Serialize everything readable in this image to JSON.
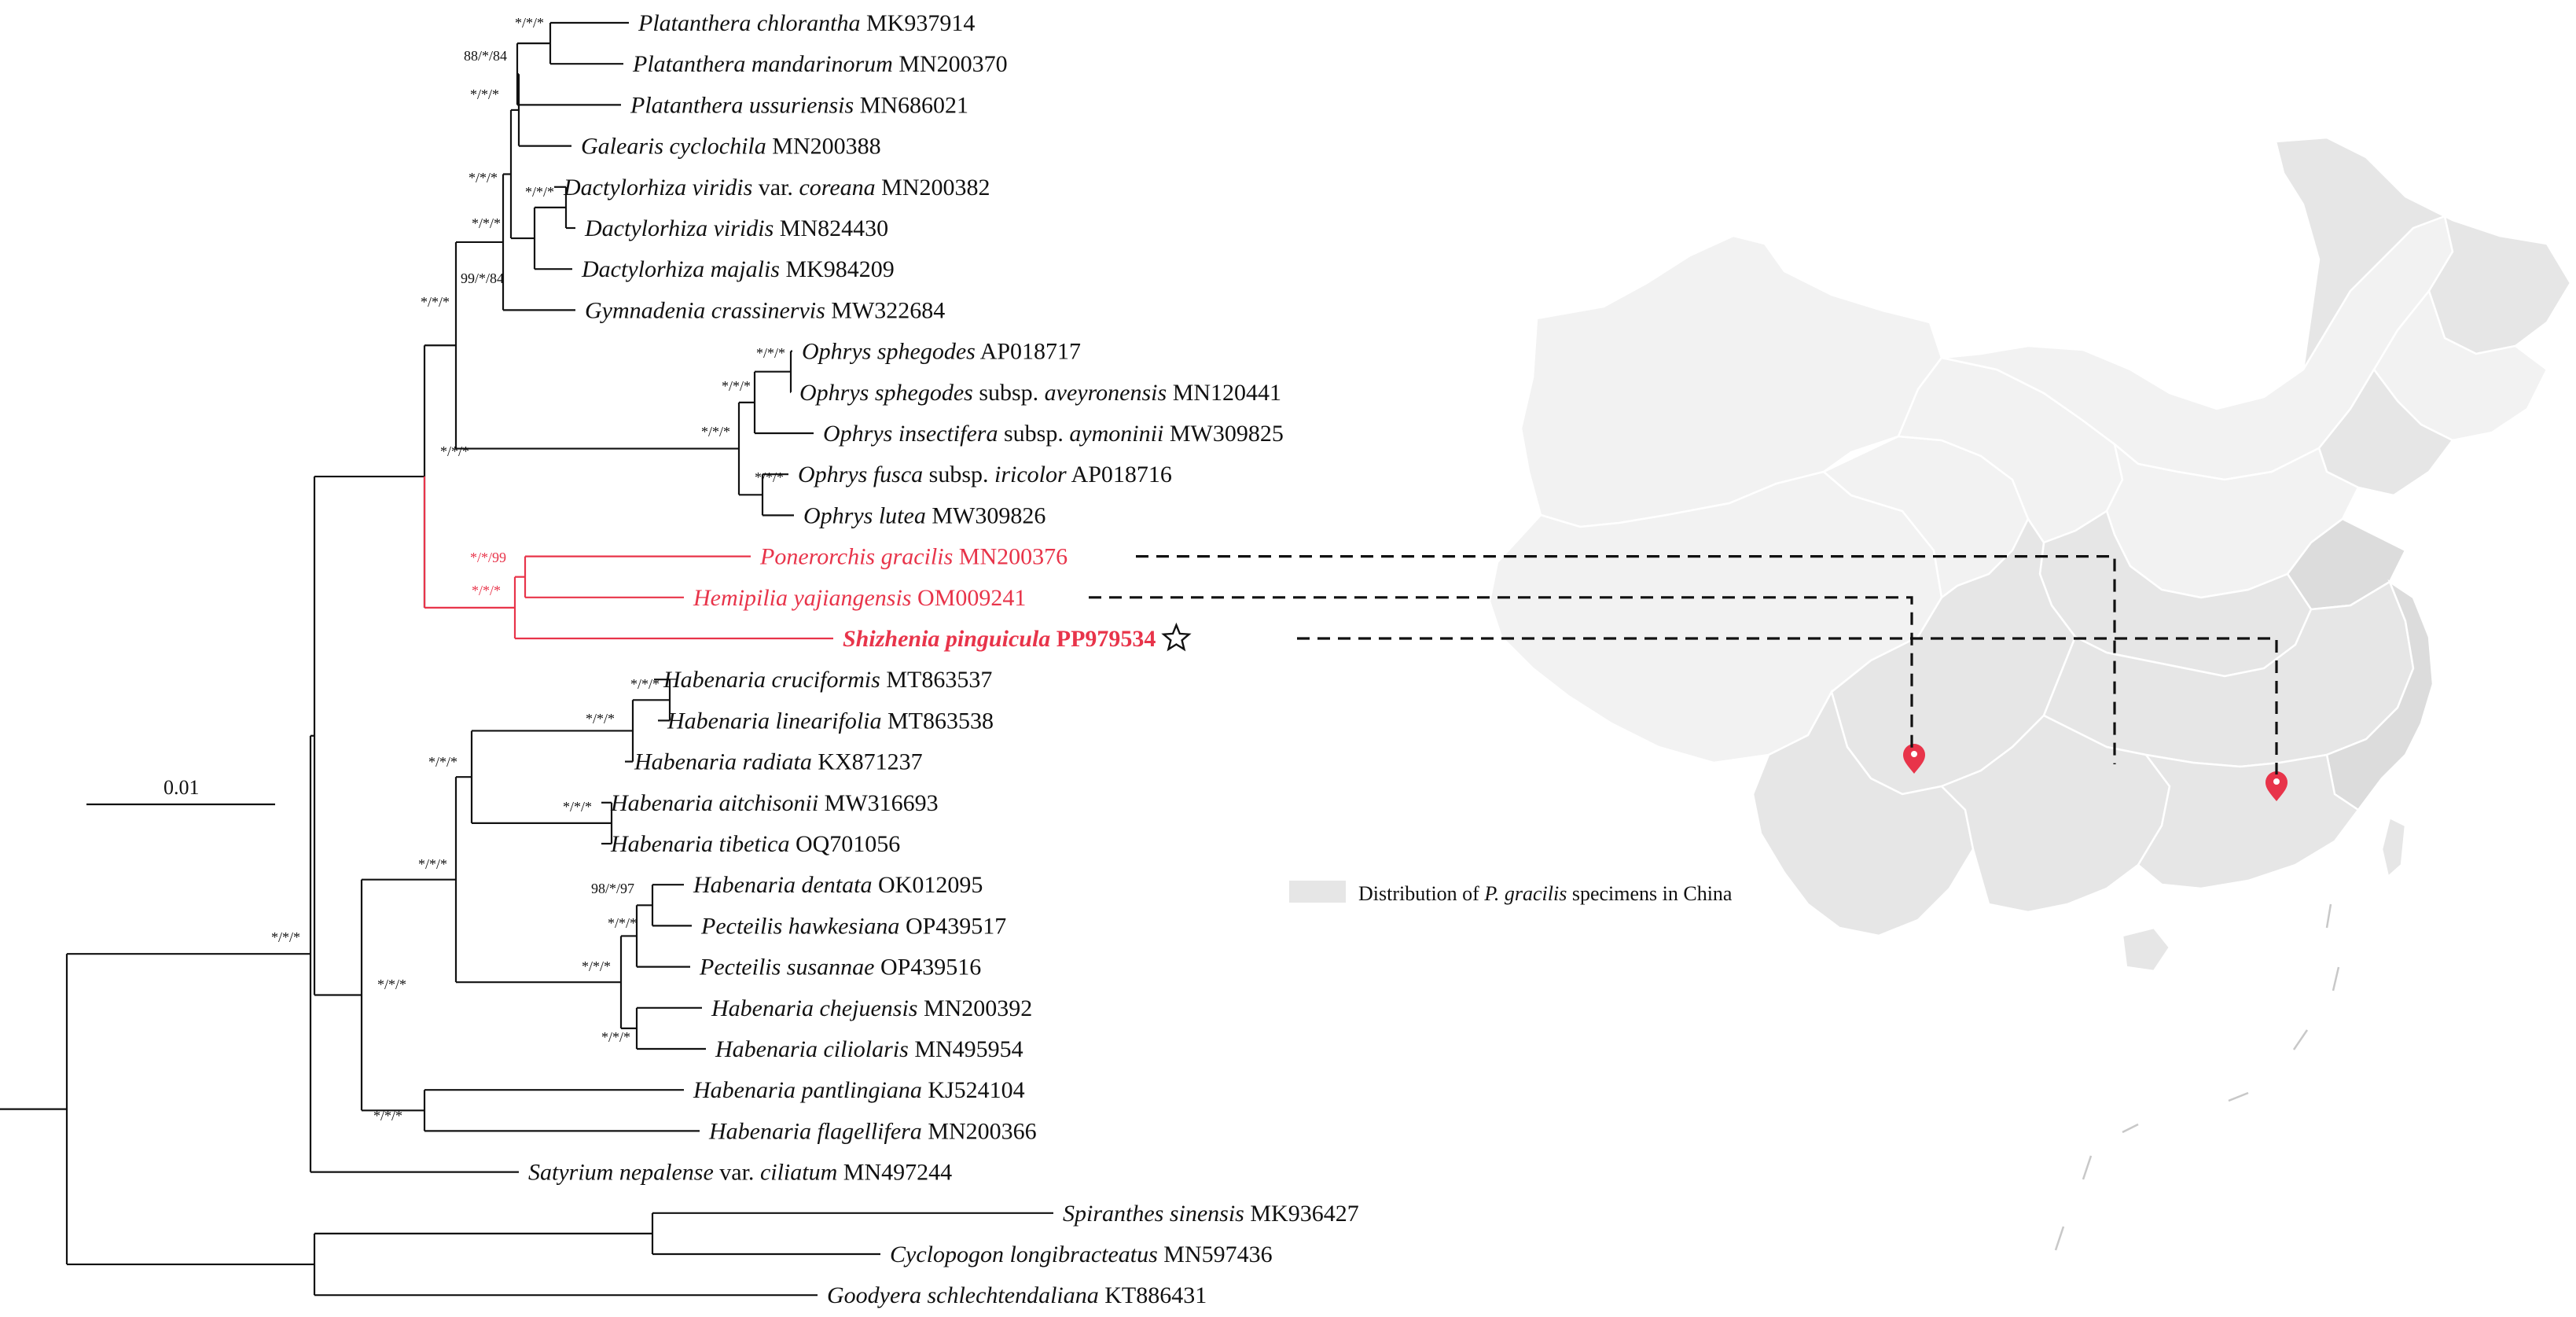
{
  "scale_bar": {
    "label": "0.01"
  },
  "legend": {
    "text_before": "Distribution of ",
    "text_italic": "P. gracilis",
    "text_after": " specimens in China",
    "swatch_color": "#e6e6e6"
  },
  "colors": {
    "highlight": "#e8344a",
    "map_fill": "#e6e6e6",
    "marker": "#e8344a"
  },
  "taxa": [
    {
      "species": "Platanthera chlorantha",
      "accession": "MK937914"
    },
    {
      "species": "Platanthera mandarinorum",
      "accession": "MN200370"
    },
    {
      "species": "Platanthera ussuriensis",
      "accession": "MN686021"
    },
    {
      "species": "Galearis cyclochila",
      "accession": "MN200388"
    },
    {
      "species": "Dactylorhiza viridis",
      "rank": "var.",
      "infra": "coreana",
      "accession": "MN200382"
    },
    {
      "species": "Dactylorhiza viridis",
      "accession": "MN824430"
    },
    {
      "species": "Dactylorhiza majalis",
      "accession": "MK984209"
    },
    {
      "species": "Gymnadenia crassinervis",
      "accession": "MW322684"
    },
    {
      "species": "Ophrys sphegodes",
      "accession": "AP018717"
    },
    {
      "species": "Ophrys sphegodes",
      "rank": "subsp.",
      "infra": "aveyronensis",
      "accession": "MN120441"
    },
    {
      "species": "Ophrys insectifera",
      "rank": "subsp.",
      "infra": "aymoninii",
      "accession": "MW309825"
    },
    {
      "species": "Ophrys fusca",
      "rank": "subsp.",
      "infra": "iricolor",
      "accession": "AP018716"
    },
    {
      "species": "Ophrys lutea",
      "accession": "MW309826"
    },
    {
      "species": "Ponerorchis gracilis",
      "accession": "MN200376",
      "highlight": true
    },
    {
      "species": "Hemipilia yajiangensis",
      "accession": "OM009241",
      "highlight": true
    },
    {
      "species": "Shizhenia  pinguicula",
      "accession": "PP979534",
      "highlight": true,
      "bold": true,
      "new_sequence": true
    },
    {
      "species": "Habenaria cruciformis",
      "accession": "MT863537"
    },
    {
      "species": "Habenaria linearifolia",
      "accession": "MT863538"
    },
    {
      "species": "Habenaria radiata",
      "accession": "KX871237"
    },
    {
      "species": "Habenaria aitchisonii",
      "accession": "MW316693"
    },
    {
      "species": "Habenaria tibetica",
      "accession": "OQ701056"
    },
    {
      "species": "Habenaria dentata",
      "accession": "OK012095"
    },
    {
      "species": "Pecteilis hawkesiana",
      "accession": "OP439517"
    },
    {
      "species": "Pecteilis susannae",
      "accession": "OP439516"
    },
    {
      "species": "Habenaria chejuensis",
      "accession": "MN200392"
    },
    {
      "species": "Habenaria ciliolaris",
      "accession": "MN495954"
    },
    {
      "species": "Habenaria pantlingiana",
      "accession": "KJ524104"
    },
    {
      "species": "Habenaria flagellifera",
      "accession": "MN200366"
    },
    {
      "species": "Satyrium nepalense",
      "rank": "var.",
      "infra": "ciliatum",
      "accession": "MN497244"
    },
    {
      "species": "Spiranthes sinensis",
      "accession": "MK936427"
    },
    {
      "species": "Cyclopogon longibracteatus",
      "accession": "MN597436"
    },
    {
      "species": "Goodyera schlechtendaliana",
      "accession": "KT886431"
    }
  ],
  "supports": [
    "*/*/*",
    "88/*/84",
    "*/*/*",
    "*/*/*",
    "*/*/*",
    "*/*/*",
    "99/*/84",
    "*/*/*",
    "*/*/*",
    "*/*/*",
    "*/*/*",
    "*/*/*",
    "*/*/*",
    "*/*/99",
    "*/*/*",
    "*/*/*",
    "*/*/*",
    "*/*/*",
    "*/*/*",
    "*/*/*",
    "98/*/97",
    "*/*/*",
    "*/*/*",
    "*/*/*",
    "*/*/*",
    "*/*/*",
    "*/*/*"
  ]
}
